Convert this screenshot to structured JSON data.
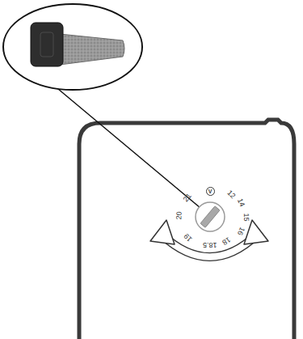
{
  "diagram": {
    "labels": [
      "V",
      "12",
      "14",
      "15",
      "16",
      "18",
      "18.5",
      "19",
      "20",
      "21"
    ]
  }
}
